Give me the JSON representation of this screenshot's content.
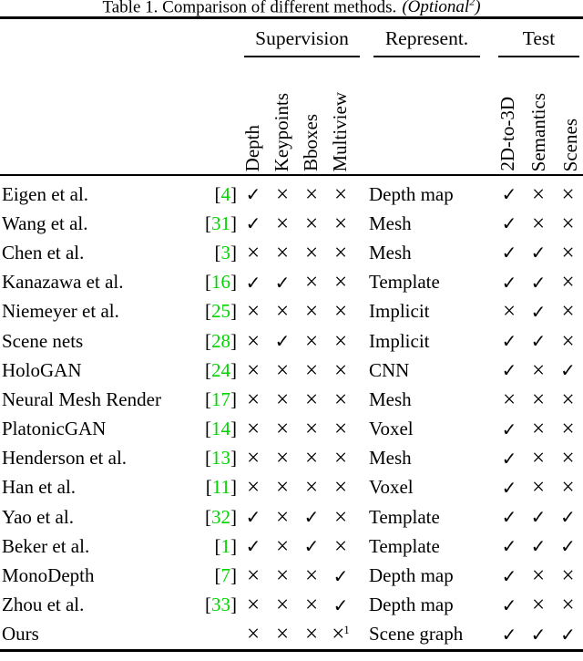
{
  "caption": {
    "main": "Table 1. Comparison of different methods.",
    "note": "(Optional",
    "note_sup": "2",
    "note_end": ")"
  },
  "colors": {
    "citation_green": "#00d400",
    "text": "#000000",
    "background": "#ffffff"
  },
  "marks": {
    "yes": "✓",
    "no": "×"
  },
  "header": {
    "supervision": {
      "label": "Supervision",
      "columns": [
        "Depth",
        "Keypoints",
        "Bboxes",
        "Multiview"
      ]
    },
    "represent": {
      "label": "Represent."
    },
    "test": {
      "label": "Test",
      "columns": [
        "2D-to-3D",
        "Semantics",
        "Scenes"
      ]
    }
  },
  "rows": [
    {
      "method": "Eigen et al.",
      "cite": "4",
      "supervision": [
        "✓",
        "×",
        "×",
        "×"
      ],
      "represent": "Depth map",
      "test": [
        "✓",
        "×",
        "×"
      ]
    },
    {
      "method": "Wang et al.",
      "cite": "31",
      "supervision": [
        "✓",
        "×",
        "×",
        "×"
      ],
      "represent": "Mesh",
      "test": [
        "✓",
        "×",
        "×"
      ]
    },
    {
      "method": "Chen et al.",
      "cite": "3",
      "supervision": [
        "×",
        "×",
        "×",
        "×"
      ],
      "represent": "Mesh",
      "test": [
        "✓",
        "✓",
        "×"
      ]
    },
    {
      "method": "Kanazawa et al.",
      "cite": "16",
      "supervision": [
        "✓",
        "✓",
        "×",
        "×"
      ],
      "represent": "Template",
      "test": [
        "✓",
        "✓",
        "×"
      ]
    },
    {
      "method": "Niemeyer et al.",
      "cite": "25",
      "supervision": [
        "×",
        "×",
        "×",
        "×"
      ],
      "represent": "Implicit",
      "test": [
        "×",
        "✓",
        "×"
      ]
    },
    {
      "method": "Scene nets",
      "cite": "28",
      "supervision": [
        "×",
        "✓",
        "×",
        "×"
      ],
      "represent": "Implicit",
      "test": [
        "✓",
        "✓",
        "×"
      ]
    },
    {
      "method": "HoloGAN",
      "cite": "24",
      "supervision": [
        "×",
        "×",
        "×",
        "×"
      ],
      "represent": "CNN",
      "test": [
        "✓",
        "×",
        "✓"
      ]
    },
    {
      "method": "Neural Mesh Render",
      "cite": "17",
      "supervision": [
        "×",
        "×",
        "×",
        "×"
      ],
      "represent": "Mesh",
      "test": [
        "×",
        "×",
        "×"
      ]
    },
    {
      "method": "PlatonicGAN",
      "cite": "14",
      "supervision": [
        "×",
        "×",
        "×",
        "×"
      ],
      "represent": "Voxel",
      "test": [
        "✓",
        "×",
        "×"
      ]
    },
    {
      "method": "Henderson et al.",
      "cite": "13",
      "supervision": [
        "×",
        "×",
        "×",
        "×"
      ],
      "represent": "Mesh",
      "test": [
        "✓",
        "×",
        "×"
      ]
    },
    {
      "method": "Han et al.",
      "cite": "11",
      "supervision": [
        "×",
        "×",
        "×",
        "×"
      ],
      "represent": "Voxel",
      "test": [
        "✓",
        "×",
        "×"
      ]
    },
    {
      "method": "Yao et al.",
      "cite": "32",
      "supervision": [
        "✓",
        "×",
        "✓",
        "×"
      ],
      "represent": "Template",
      "test": [
        "✓",
        "✓",
        "✓"
      ]
    },
    {
      "method": "Beker et al.",
      "cite": "1",
      "supervision": [
        "✓",
        "×",
        "✓",
        "×"
      ],
      "represent": "Template",
      "test": [
        "✓",
        "✓",
        "✓"
      ]
    },
    {
      "method": "MonoDepth",
      "cite": "7",
      "supervision": [
        "×",
        "×",
        "×",
        "✓"
      ],
      "represent": "Depth map",
      "test": [
        "✓",
        "×",
        "×"
      ]
    },
    {
      "method": "Zhou et al.",
      "cite": "33",
      "supervision": [
        "×",
        "×",
        "×",
        "✓"
      ],
      "represent": "Depth map",
      "test": [
        "✓",
        "×",
        "×"
      ]
    },
    {
      "method": "Ours",
      "cite": "",
      "supervision": [
        "×",
        "×",
        "×",
        "×"
      ],
      "supervision_sup": {
        "index": 3,
        "text": "1"
      },
      "represent": "Scene graph",
      "test": [
        "✓",
        "✓",
        "✓"
      ]
    }
  ]
}
